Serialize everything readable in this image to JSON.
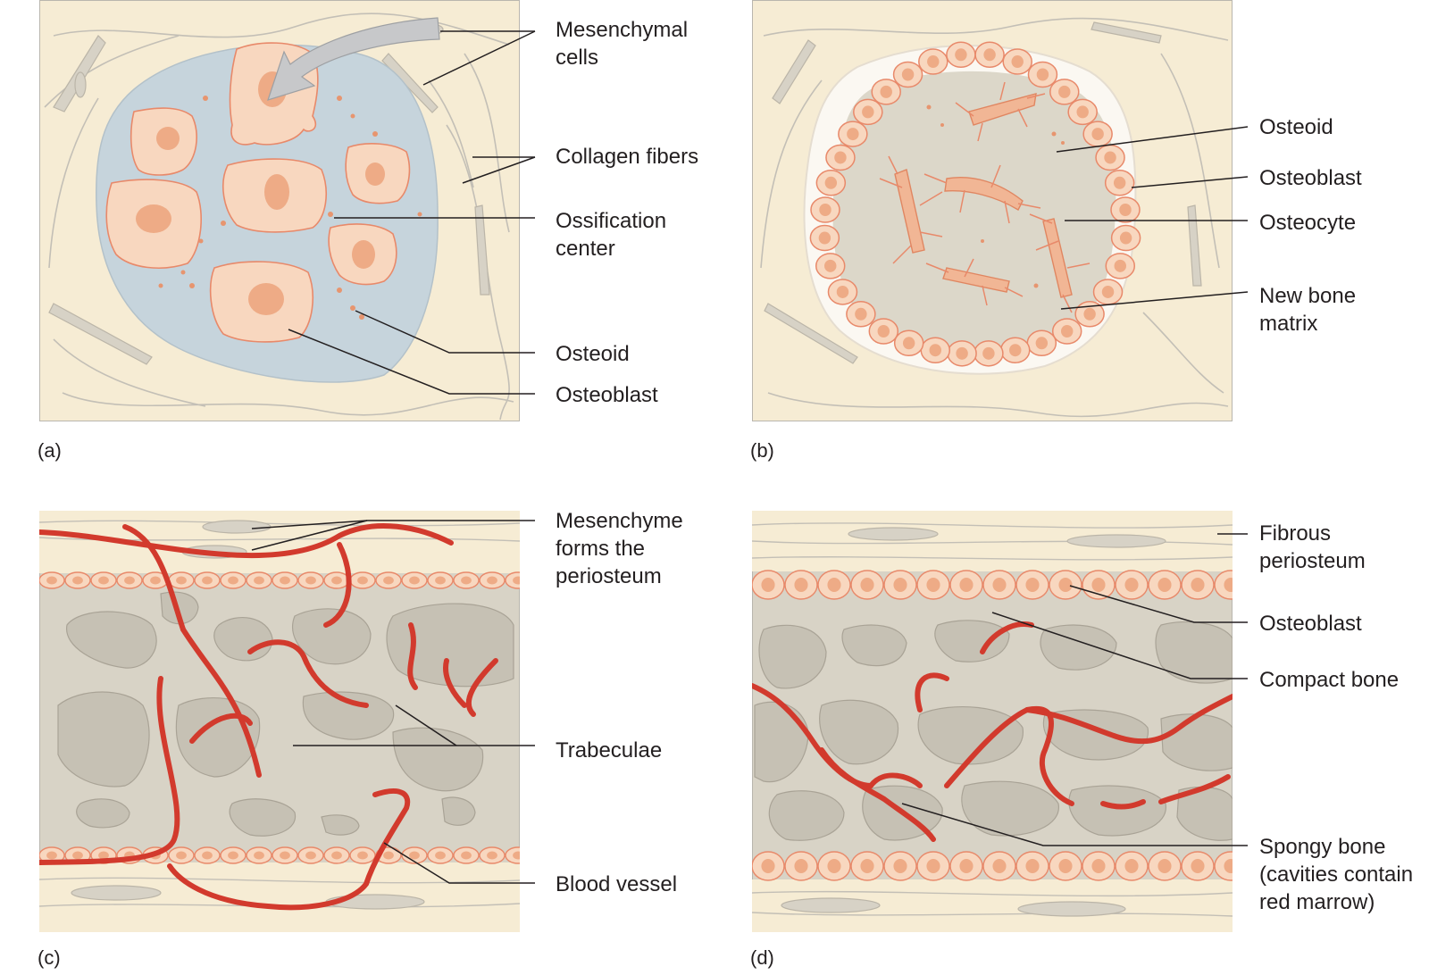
{
  "panels": {
    "a": {
      "letter": "(a)",
      "labels": {
        "mesenchymal_cells": "Mesenchymal\ncells",
        "collagen_fibers": "Collagen fibers",
        "ossification_center": "Ossification\ncenter",
        "osteoid": "Osteoid",
        "osteoblast": "Osteoblast"
      }
    },
    "b": {
      "letter": "(b)",
      "labels": {
        "osteoid": "Osteoid",
        "osteoblast": "Osteoblast",
        "osteocyte": "Osteocyte",
        "new_bone_matrix": "New bone\nmatrix"
      }
    },
    "c": {
      "letter": "(c)",
      "labels": {
        "mesenchyme": "Mesenchyme\nforms the\nperiosteum",
        "trabeculae": "Trabeculae",
        "blood_vessel": "Blood vessel"
      }
    },
    "d": {
      "letter": "(d)",
      "labels": {
        "fibrous_periosteum": "Fibrous\nperiosteum",
        "osteoblast": "Osteoblast",
        "compact_bone": "Compact bone",
        "spongy_bone": "Spongy bone\n(cavities contain\nred marrow)"
      }
    }
  },
  "colors": {
    "connective_tissue": "#f6ecd4",
    "fiber": "#b9b6ae",
    "ossification_center": "#c6d4dc",
    "cell_fill": "#f8d7bf",
    "cell_stroke": "#e8896a",
    "nucleus": "#eeab86",
    "bone_matrix": "#d8d3c6",
    "cavity": "#c9c4b8",
    "blood_vessel": "#d23a2d",
    "arrow": "#c7c8ca",
    "leader_line": "#231f20"
  }
}
